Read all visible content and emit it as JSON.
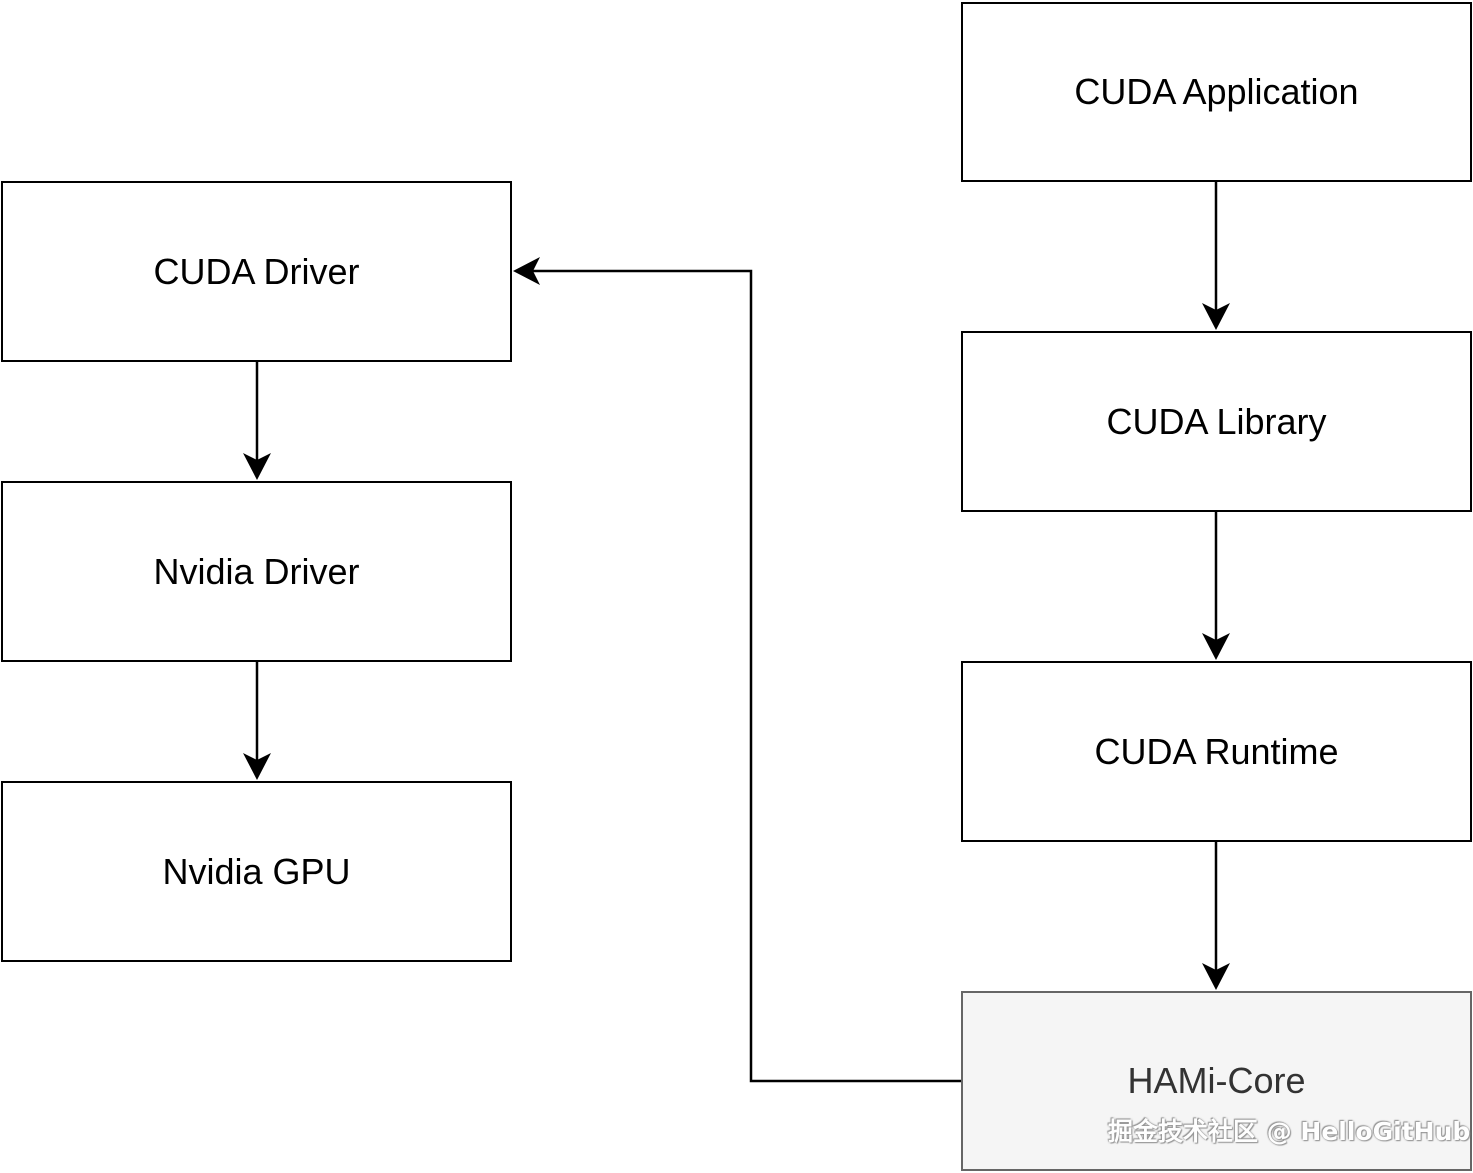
{
  "diagram": {
    "nodes": {
      "cuda_application": {
        "label": "CUDA Application"
      },
      "cuda_library": {
        "label": "CUDA Library"
      },
      "cuda_runtime": {
        "label": "CUDA Runtime"
      },
      "hami_core": {
        "label": "HAMi-Core",
        "fill": "#f5f5f5"
      },
      "cuda_driver": {
        "label": "CUDA Driver"
      },
      "nvidia_driver": {
        "label": "Nvidia Driver"
      },
      "nvidia_gpu": {
        "label": "Nvidia GPU"
      }
    },
    "edges": [
      {
        "from": "CUDA Application",
        "to": "CUDA Library"
      },
      {
        "from": "CUDA Library",
        "to": "CUDA Runtime"
      },
      {
        "from": "CUDA Runtime",
        "to": "HAMi-Core"
      },
      {
        "from": "HAMi-Core",
        "to": "CUDA Driver"
      },
      {
        "from": "CUDA Driver",
        "to": "Nvidia Driver"
      },
      {
        "from": "Nvidia Driver",
        "to": "Nvidia GPU"
      }
    ]
  },
  "watermark": {
    "text": "掘金技术社区 @ HelloGitHub"
  }
}
